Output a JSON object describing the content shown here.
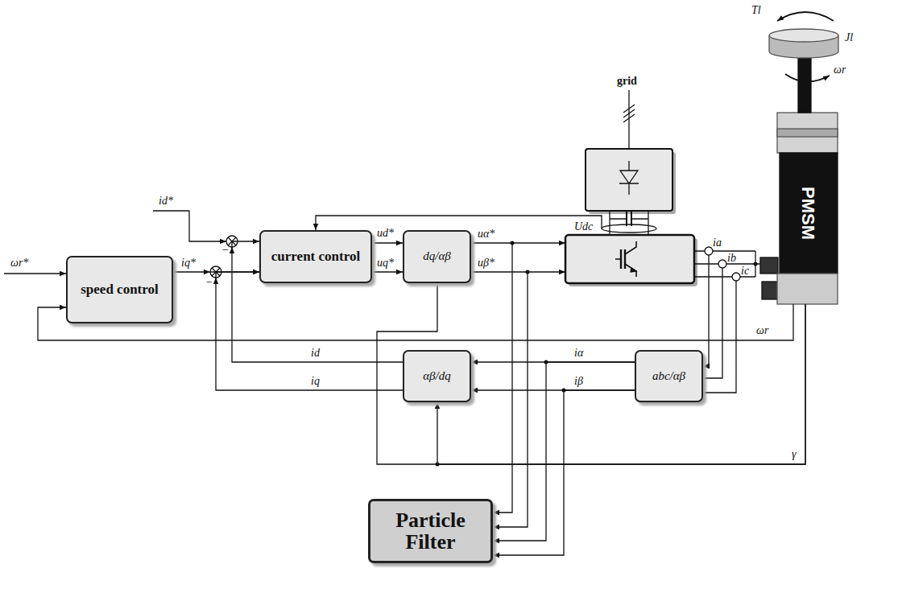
{
  "diagram": {
    "nodes": [
      {
        "text": [
          "speed control"
        ]
      },
      {
        "text": [
          "current control"
        ]
      },
      {
        "text": [
          "dq/αβ"
        ]
      },
      {
        "text": [
          "αβ/dq"
        ]
      },
      {
        "text": [
          "abc/αβ"
        ]
      },
      {
        "text": [
          "Particle Filter"
        ]
      },
      {
        "text": [
          "PMSM"
        ]
      }
    ],
    "edges": [
      {
        "from": 0,
        "to": 1,
        "label": "iq*",
        "arrow": "to"
      },
      {
        "from": 1,
        "to": 2,
        "label": "ud*",
        "arrow": "to"
      },
      {
        "from": 1,
        "to": 2,
        "label": "uq*",
        "arrow": "to"
      },
      {
        "from": 2,
        "to": 5,
        "label": "uα*",
        "arrow": "to"
      },
      {
        "from": 2,
        "to": 5,
        "label": "uβ*",
        "arrow": "to"
      },
      {
        "from": 4,
        "to": 3,
        "label": "iα",
        "arrow": "to"
      },
      {
        "from": 4,
        "to": 3,
        "label": "iβ",
        "arrow": "to"
      },
      {
        "from": 4,
        "to": 5,
        "arrow": "to"
      },
      {
        "from": 4,
        "to": 5,
        "arrow": "to"
      },
      {
        "from": 3,
        "to": 1,
        "label": "id",
        "arrow": "to"
      },
      {
        "from": 3,
        "to": 1,
        "label": "iq",
        "arrow": "to"
      },
      {
        "from": 6,
        "to": 0,
        "label": "ωr",
        "arrow": "to"
      },
      {
        "from": 6,
        "to": 3,
        "label": "γ",
        "arrow": "to"
      },
      {
        "from": 6,
        "to": 2,
        "arrow": "none"
      }
    ],
    "labels": [
      "Tl",
      "Jl",
      "ωr",
      "grid",
      "Udc",
      "ωr*",
      "id*",
      "−",
      "−",
      "ia",
      "ib",
      "ic"
    ]
  }
}
